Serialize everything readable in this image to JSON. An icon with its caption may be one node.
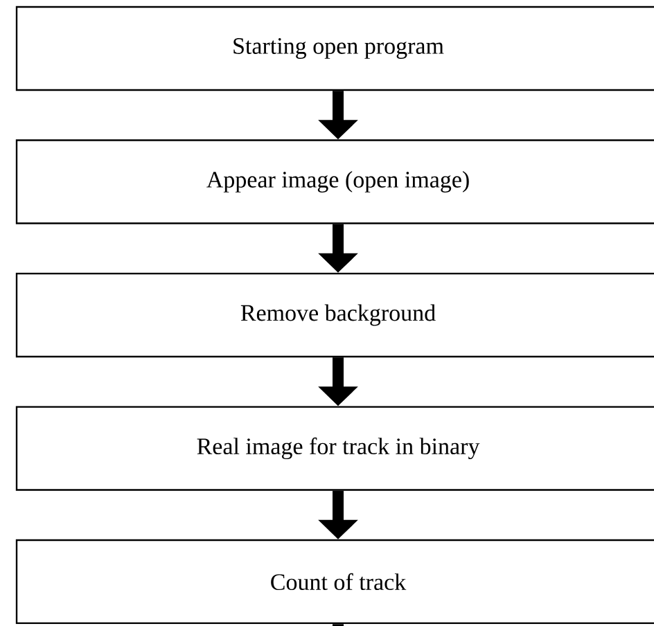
{
  "diagram": {
    "nodes": [
      {
        "text": [
          "Starting open program"
        ]
      },
      {
        "text": [
          "Appear image (open image)"
        ]
      },
      {
        "text": [
          "Remove background"
        ]
      },
      {
        "text": [
          "Real image for track in binary"
        ]
      },
      {
        "text": [
          "Count of track"
        ]
      }
    ],
    "edges": [
      {
        "from": 0,
        "to": 1,
        "arrow": "to"
      },
      {
        "from": 1,
        "to": 2,
        "arrow": "to"
      },
      {
        "from": 2,
        "to": 3,
        "arrow": "to"
      },
      {
        "from": 3,
        "to": 4,
        "arrow": "to"
      },
      {
        "from": 4,
        "to": null,
        "arrow": "none"
      }
    ]
  }
}
